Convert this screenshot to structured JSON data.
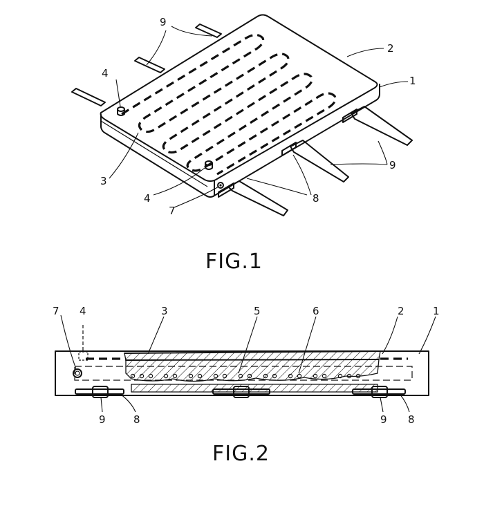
{
  "fig1": {
    "caption": "FIG.1",
    "labels": {
      "l1": "1",
      "l2": "2",
      "l3": "3",
      "l4a": "4",
      "l4b": "4",
      "l7": "7",
      "l8": "8",
      "l9a": "9",
      "l9b": "9"
    }
  },
  "fig2": {
    "caption": "FIG.2",
    "labels": {
      "l7": "7",
      "l4": "4",
      "l3": "3",
      "l5": "5",
      "l6": "6",
      "l2": "2",
      "l1": "1",
      "l9a": "9",
      "l8a": "8",
      "l9b": "9",
      "l8b": "8"
    }
  }
}
